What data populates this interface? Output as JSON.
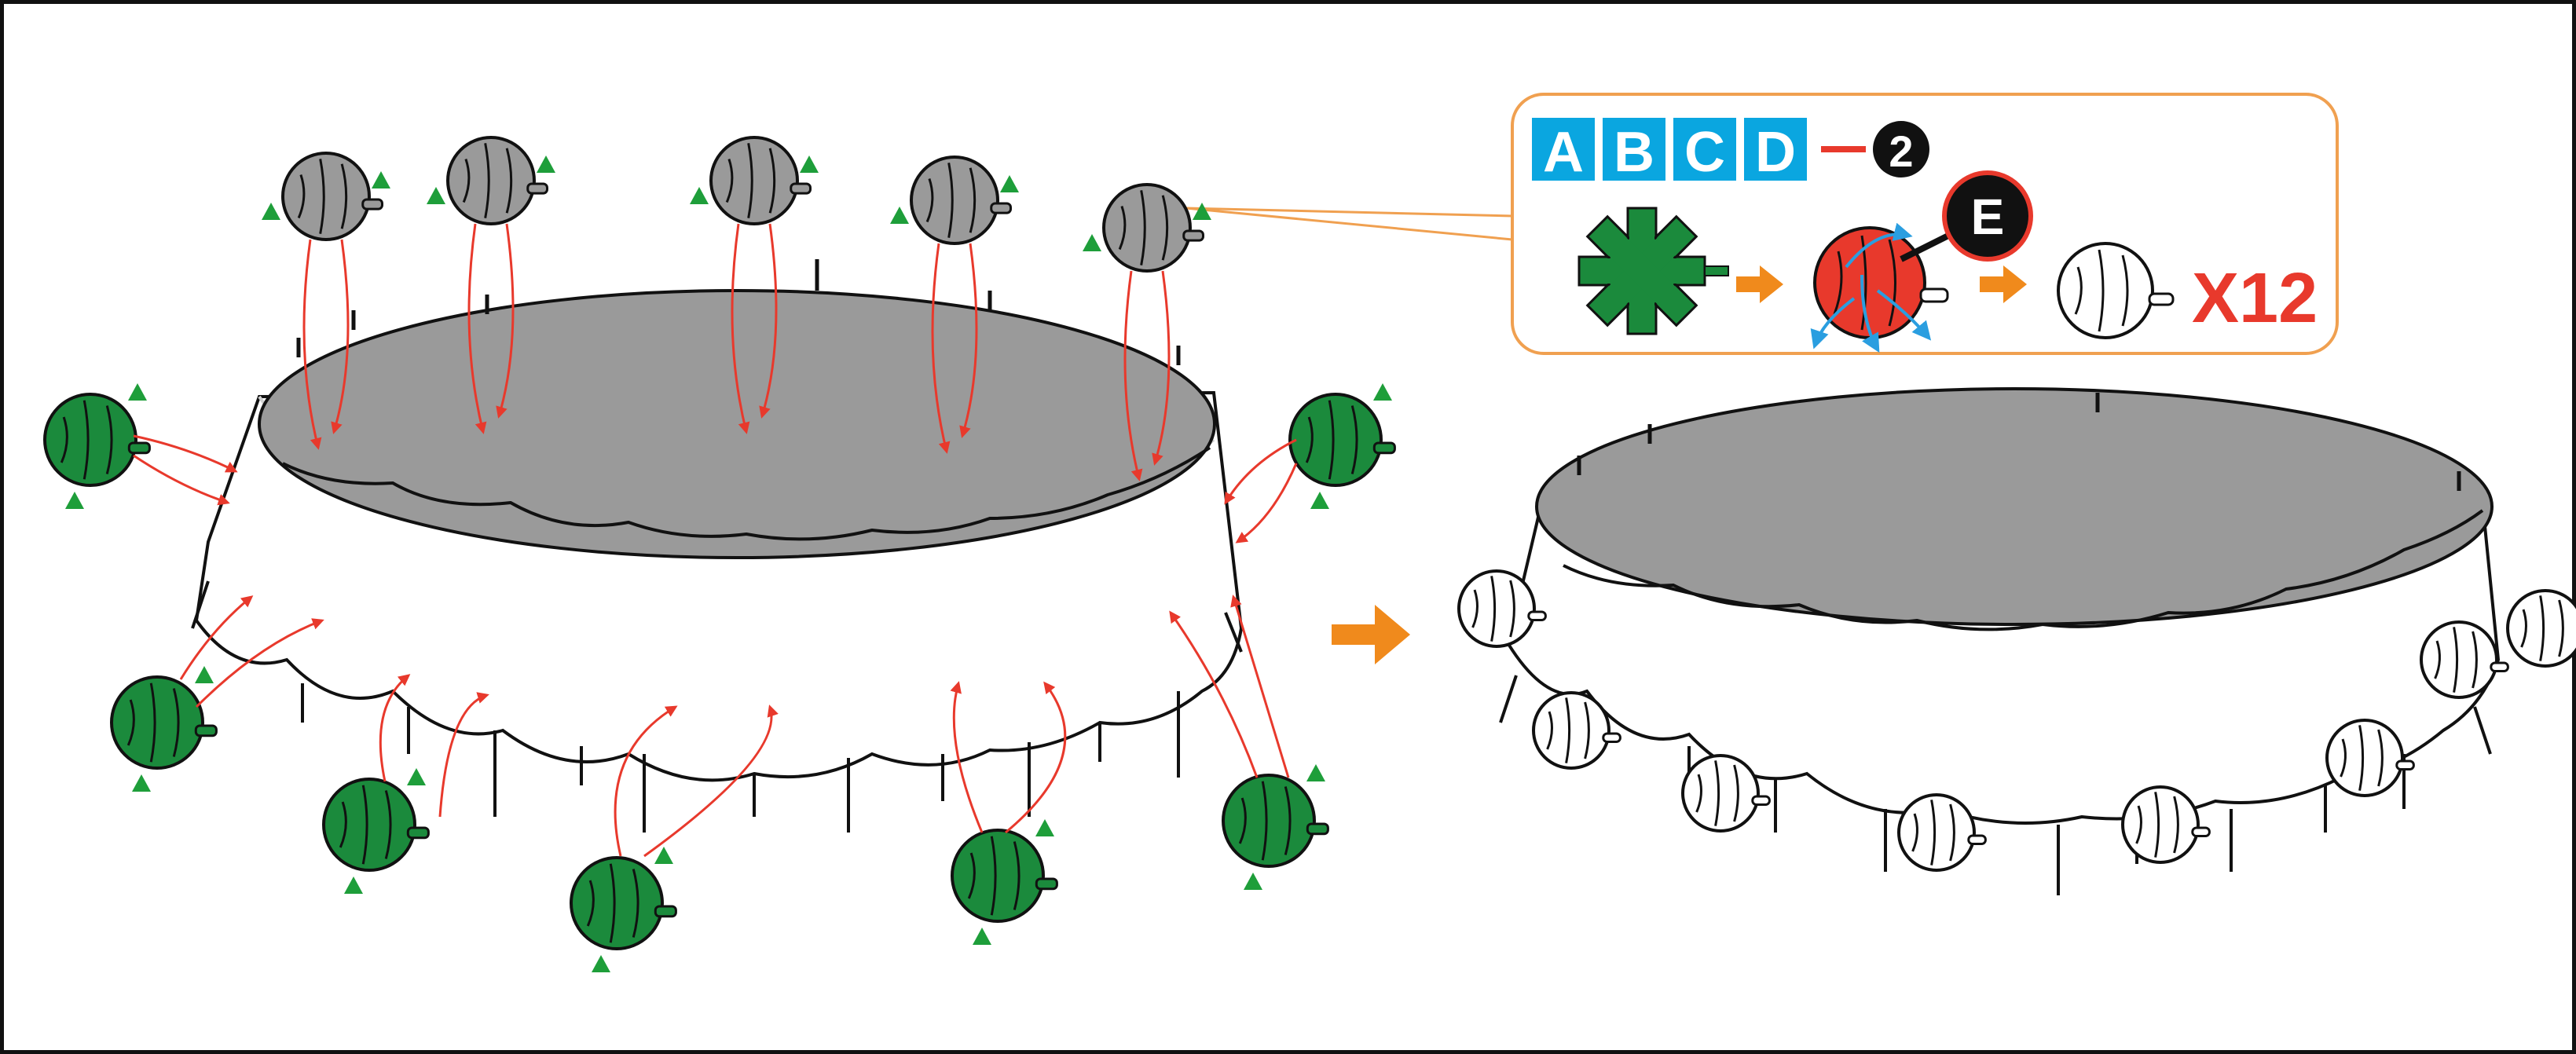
{
  "legend": {
    "parts": [
      "A",
      "B",
      "C",
      "D"
    ],
    "step_number": "2",
    "tool_label": "E",
    "multiplier": "X12"
  },
  "colors": {
    "part_fill": "#0aa6e0",
    "accent_red": "#e8392c",
    "dome_green": "#1b8a3c",
    "arrow_orange": "#f08a1c",
    "lid_grey": "#9a9a9a",
    "callout_border": "#f0a050",
    "tick_green": "#1e9e3a"
  },
  "icons": {
    "star_piece": "star-gear-icon",
    "folded_dome": "red-dome-icon",
    "finished_dome": "white-dome-icon",
    "next_step": "orange-arrow-icon",
    "rotate_hint": "blue-rotate-arrow-icon"
  }
}
